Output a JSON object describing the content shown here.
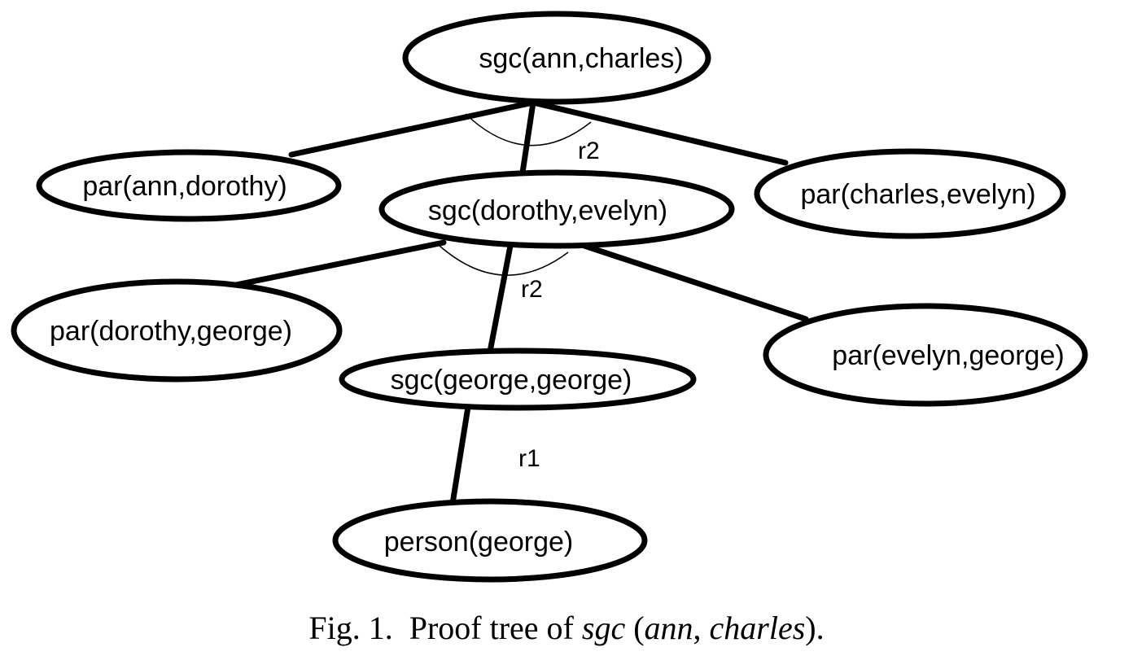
{
  "nodes": {
    "root": "sgc(ann,charles)",
    "par_ann_dorothy": "par(ann,dorothy)",
    "sgc_dorothy_evelyn": "sgc(dorothy,evelyn)",
    "par_charles_evelyn": "par(charles,evelyn)",
    "par_dorothy_george": "par(dorothy,george)",
    "sgc_george_george": "sgc(george,george)",
    "par_evelyn_george": "par(evelyn,george)",
    "person_george": "person(george)"
  },
  "rules": {
    "top": "r2",
    "middle": "r2",
    "bottom": "r1"
  },
  "caption": {
    "prefix": "Fig. 1.  Proof tree of ",
    "predicate": "sgc",
    "open": " (",
    "arg1": "ann",
    "sep": ", ",
    "arg2": "charles",
    "close": ")."
  }
}
